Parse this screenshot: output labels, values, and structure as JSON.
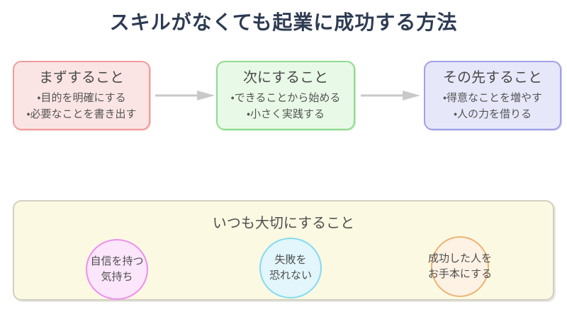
{
  "title": "スキルがなくても起業に成功する方法",
  "flow": {
    "steps": [
      {
        "title": "まずすること",
        "items": [
          "・目的を明確にする",
          "・必要なことを書き出す"
        ]
      },
      {
        "title": "次にすること",
        "items": [
          "・できることから始める",
          "・小さく実践する"
        ]
      },
      {
        "title": "その先すること",
        "items": [
          "・得意なことを増やす",
          "・人の力を借りる"
        ]
      }
    ],
    "arrow_icon": "right-arrow"
  },
  "always": {
    "title": "いつも大切にすること",
    "bubbles": [
      {
        "line1": "自信を持つ",
        "line2": "気持ち"
      },
      {
        "line1": "失敗を",
        "line2": "恐れない"
      },
      {
        "line1": "成功した人を",
        "line2": "お手本にする"
      }
    ]
  },
  "colors": {
    "title_text": "#2d3b52",
    "body_text": "#4f4f4f",
    "arrow": "#c9c9c9",
    "step_first": {
      "bg": "#fbe4e4",
      "border": "#f29c9c"
    },
    "step_next": {
      "bg": "#e9f9e7",
      "border": "#8fdc8f"
    },
    "step_later": {
      "bg": "#e7e7fa",
      "border": "#a0a0e8"
    },
    "always_box": {
      "bg": "#fbf9e2",
      "border": "#d2cfc0"
    },
    "bubble_confidence": {
      "bg": "#fbe6fb",
      "border": "#ee8eee"
    },
    "bubble_failure": {
      "bg": "#e2f6fc",
      "border": "#84daf2"
    },
    "bubble_role_model": {
      "bg": "#fdf2e4",
      "border": "#eeb272"
    }
  }
}
